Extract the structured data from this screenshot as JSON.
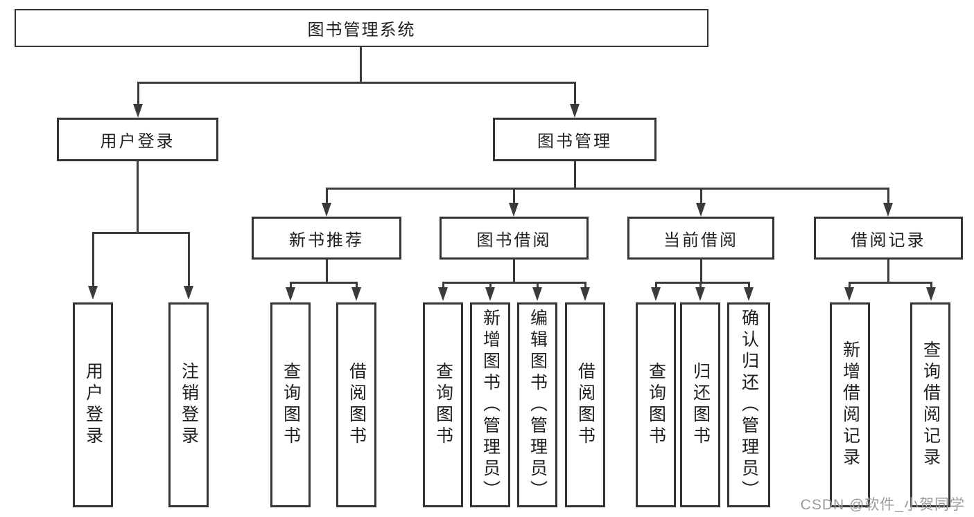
{
  "diagram": {
    "root": {
      "label": "图书管理系统"
    },
    "level2": [
      {
        "label": "用户登录"
      },
      {
        "label": "图书管理"
      }
    ],
    "level3": [
      {
        "label": "新书推荐"
      },
      {
        "label": "图书借阅"
      },
      {
        "label": "当前借阅"
      },
      {
        "label": "借阅记录"
      }
    ],
    "leaves": {
      "user_login": [
        {
          "label": "用户登录"
        },
        {
          "label": "注销登录"
        }
      ],
      "new_book": [
        {
          "label": "查询图书"
        },
        {
          "label": "借阅图书"
        }
      ],
      "book_borrow": [
        {
          "label": "查询图书"
        },
        {
          "label": "新增图书（管理员）"
        },
        {
          "label": "编辑图书（管理员）"
        },
        {
          "label": "借阅图书"
        }
      ],
      "current_borrow": [
        {
          "label": "查询图书"
        },
        {
          "label": "归还图书"
        },
        {
          "label": "确认归还（管理员）"
        }
      ],
      "borrow_record": [
        {
          "label": "新增借阅记录"
        },
        {
          "label": "查询借阅记录"
        }
      ]
    }
  },
  "watermark": {
    "text": "CSDN @软件_小贺同学"
  },
  "colors": {
    "line": "#3a3a3a",
    "border": "#343434",
    "text": "#1f1f1f",
    "watermark": "#9b9b9b",
    "background": "#ffffff"
  }
}
